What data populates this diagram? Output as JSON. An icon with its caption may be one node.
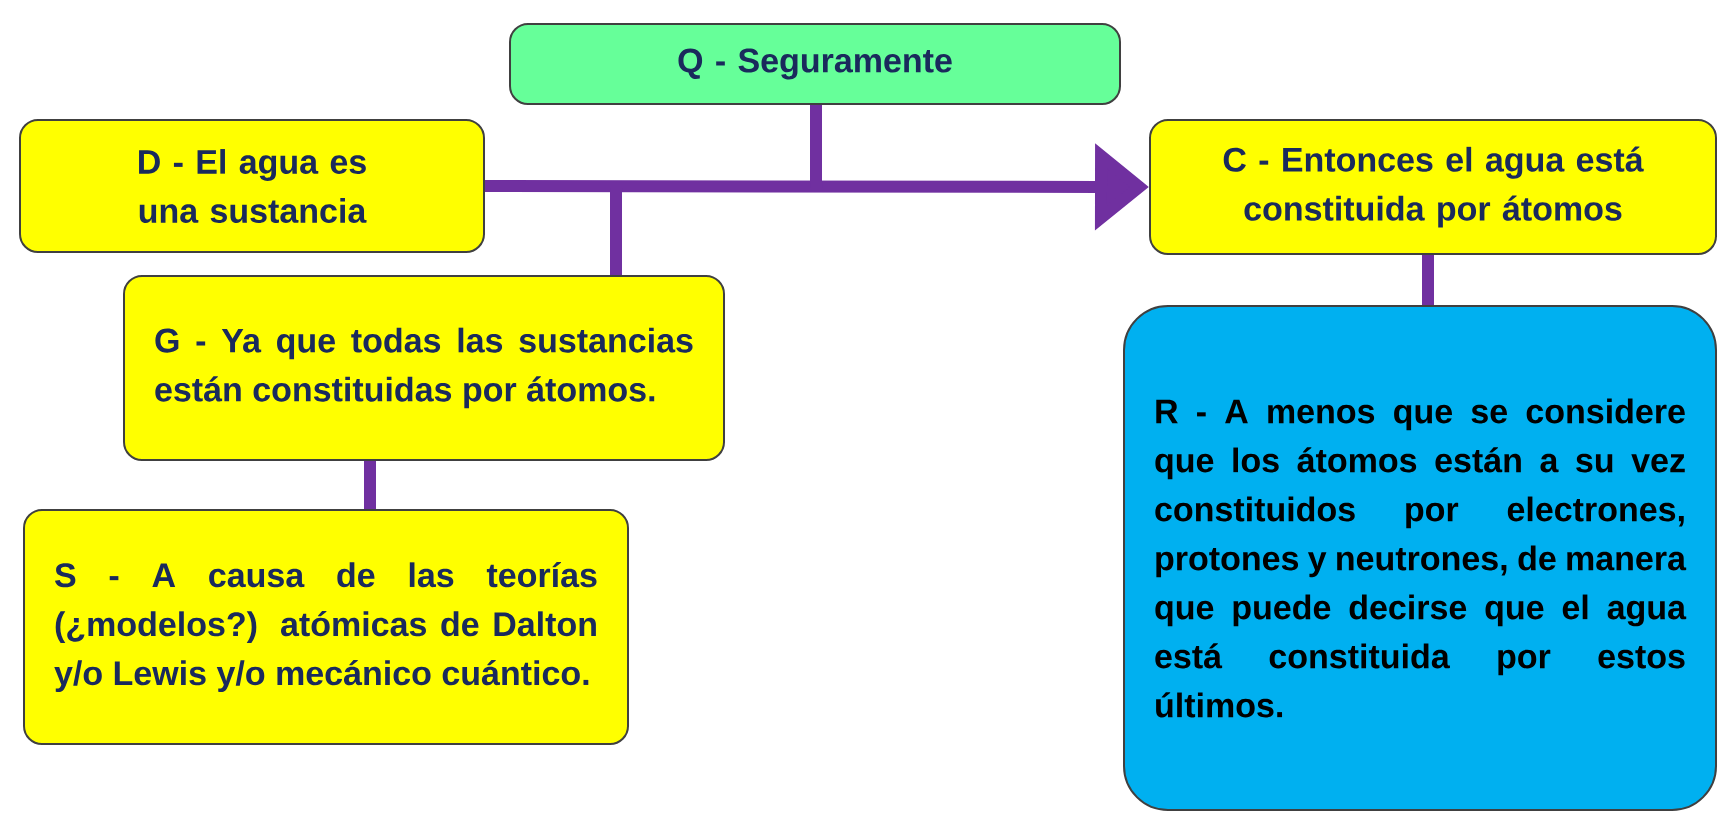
{
  "diagram": {
    "nodes": [
      {
        "text": [
          "Q - Seguramente"
        ]
      },
      {
        "text": [
          "D - El agua es una sustancia"
        ]
      },
      {
        "text": [
          "C - Entonces el agua está constituida por átomos"
        ]
      },
      {
        "text": [
          "G - Ya que todas las sustancias están constituidas por átomos."
        ]
      },
      {
        "text": [
          "R - A menos que se considere que los átomos están a su vez constituidos por electrones, protones y neutrones, de manera que puede decirse que el agua está constituida por estos últimos."
        ]
      },
      {
        "text": [
          "S - A causa de las teorías (¿modelos?) atómicas de Dalton y/o Lewis y/o mecánico cuántico."
        ]
      }
    ],
    "edges": [
      {
        "from": 1,
        "to": 2,
        "arrow": "to"
      },
      {
        "from": 0,
        "to": null,
        "arrow": "none"
      },
      {
        "from": 3,
        "to": null,
        "arrow": "none"
      },
      {
        "from": 3,
        "to": 5,
        "arrow": "none"
      },
      {
        "from": 2,
        "to": 4,
        "arrow": "none"
      }
    ]
  }
}
